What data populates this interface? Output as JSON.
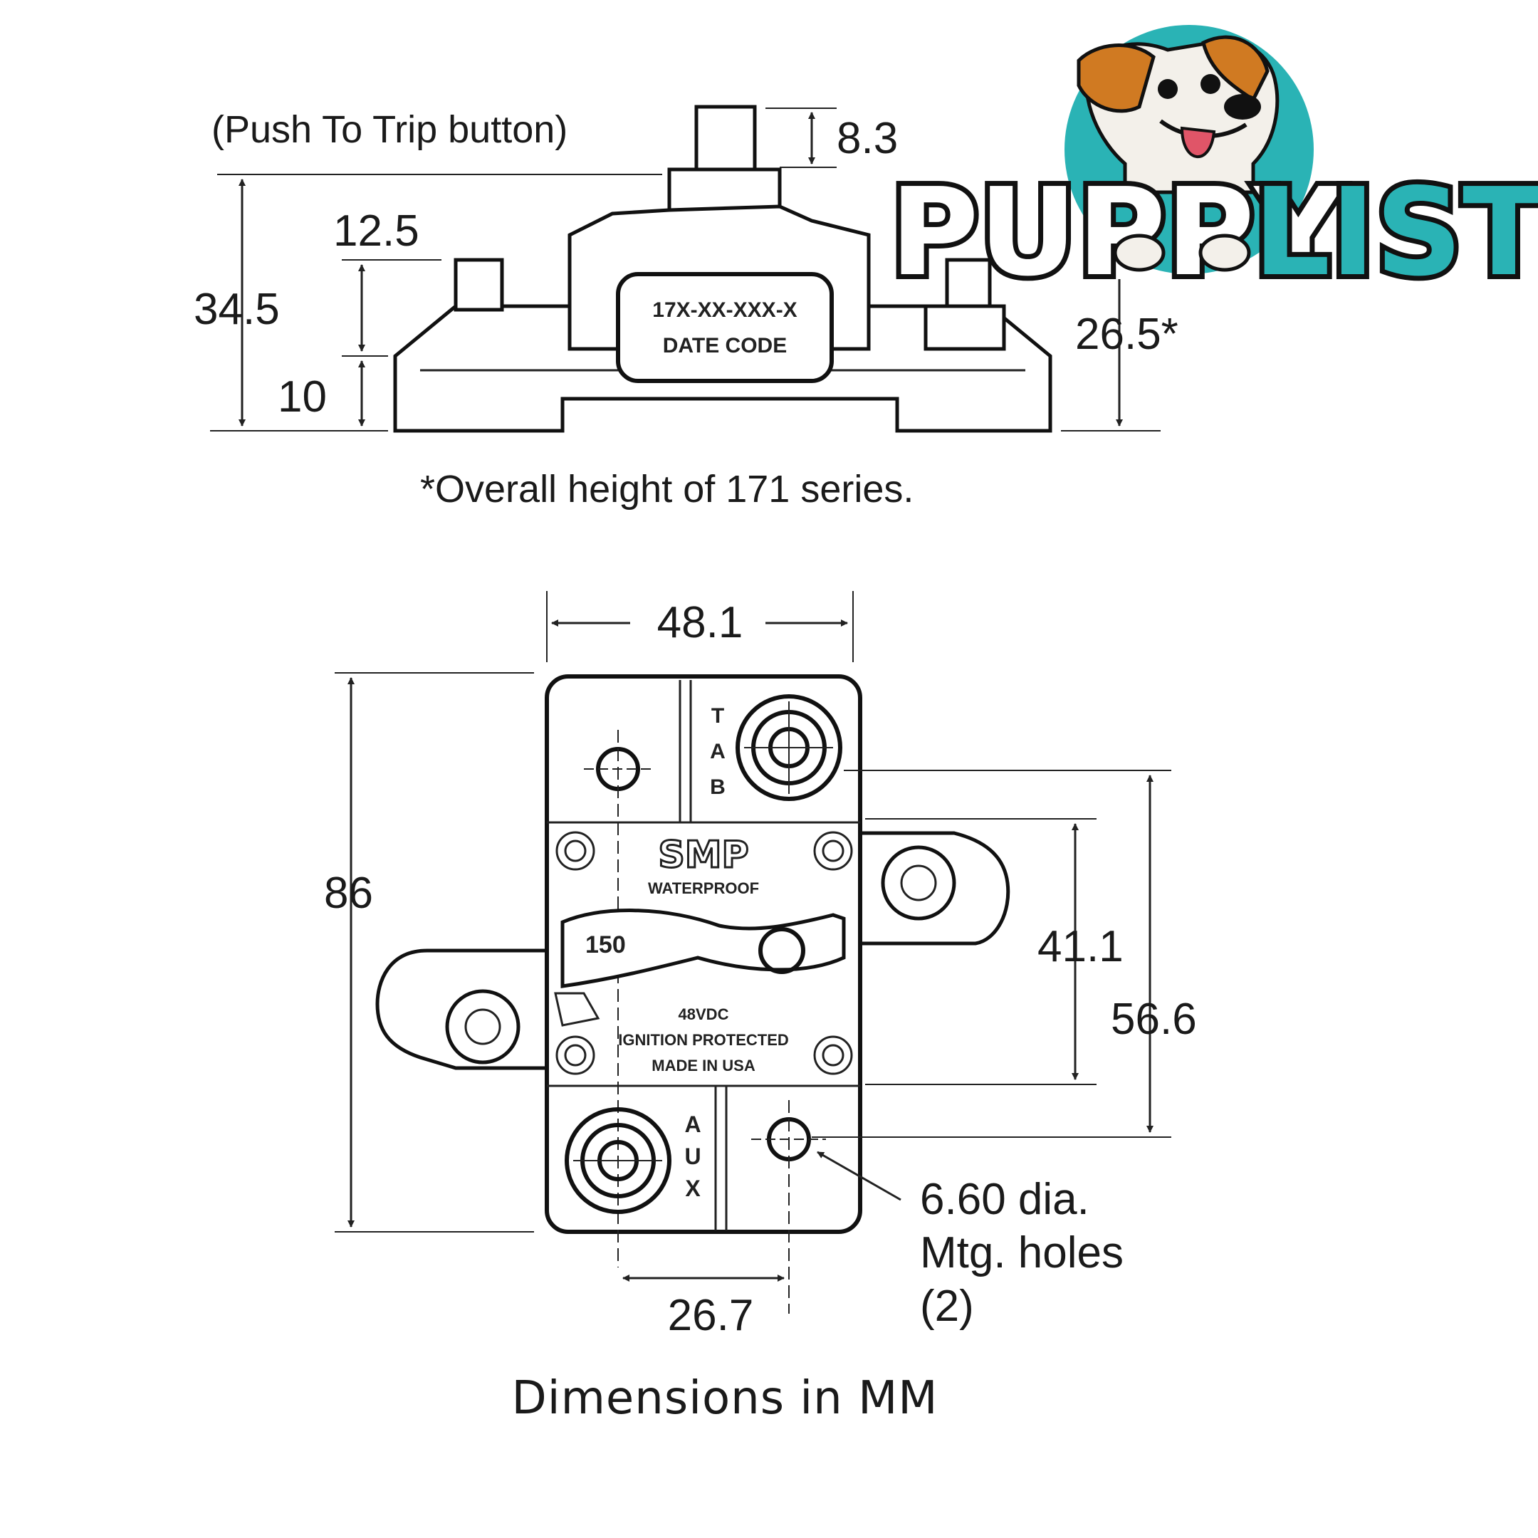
{
  "logo": {
    "text_puppy": "PUPPY",
    "text_list": "LIST",
    "colors": {
      "teal": "#2ab3b5",
      "dark": "#111111",
      "dog_orange": "#d07a22"
    }
  },
  "side_view": {
    "push_to_trip_label": "(Push To Trip button)",
    "dim_button": "8.3",
    "dim_overall": "34.5",
    "dim_upper": "12.5",
    "dim_lower": "10",
    "dim_right": "26.5*",
    "label_line1": "17X-XX-XXX-X",
    "label_line2": "DATE CODE",
    "footnote": "*Overall height of 171 series."
  },
  "top_view": {
    "dim_width": "48.1",
    "dim_height": "86",
    "dim_41": "41.1",
    "dim_56": "56.6",
    "dim_267": "26.7",
    "hole_note_1": "6.60 dia.",
    "hole_note_2": "Mtg. holes",
    "hole_note_3": "(2)",
    "brand": "SMP",
    "waterproof": "WATERPROOF",
    "rating": "150",
    "voltage": "48VDC",
    "ignition": "IGNITION PROTECTED",
    "made_in": "MADE IN USA",
    "aux_letters": [
      "A",
      "U",
      "X"
    ],
    "bat_letters": [
      "T",
      "A",
      "B"
    ]
  },
  "caption": "Dimensions in MM"
}
